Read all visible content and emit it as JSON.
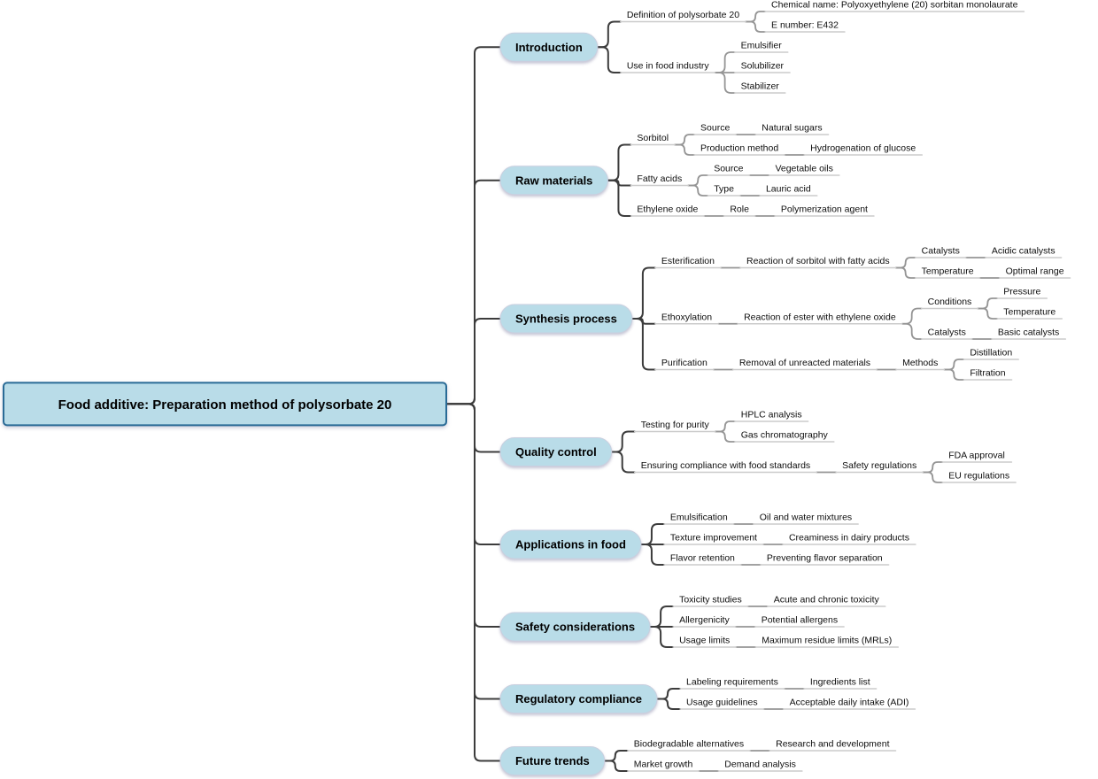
{
  "title": "Food additive: Preparation method of polysorbate 20 mind map",
  "colors": {
    "background": "#ffffff",
    "node_fill": "#b9dce8",
    "root_border": "#2a6b96",
    "pill_border": "#c9cfdf",
    "link_dark": "#3c3c3c",
    "link_light": "#959595",
    "underline": "#cbcbcb",
    "text": "#000000"
  },
  "tree": {
    "label": "Food additive: Preparation method of polysorbate 20",
    "children": [
      {
        "label": "Introduction",
        "children": [
          {
            "label": "Definition of polysorbate 20",
            "children": [
              {
                "label": "Chemical name: Polyoxyethylene (20) sorbitan monolaurate"
              },
              {
                "label": "E number: E432"
              }
            ]
          },
          {
            "label": "Use in food industry",
            "children": [
              {
                "label": "Emulsifier"
              },
              {
                "label": "Solubilizer"
              },
              {
                "label": "Stabilizer"
              }
            ]
          }
        ]
      },
      {
        "label": "Raw materials",
        "children": [
          {
            "label": "Sorbitol",
            "children": [
              {
                "label": "Source",
                "children": [
                  {
                    "label": "Natural sugars"
                  }
                ]
              },
              {
                "label": "Production method",
                "children": [
                  {
                    "label": "Hydrogenation of glucose"
                  }
                ]
              }
            ]
          },
          {
            "label": "Fatty acids",
            "children": [
              {
                "label": "Source",
                "children": [
                  {
                    "label": "Vegetable oils"
                  }
                ]
              },
              {
                "label": "Type",
                "children": [
                  {
                    "label": "Lauric acid"
                  }
                ]
              }
            ]
          },
          {
            "label": "Ethylene oxide",
            "children": [
              {
                "label": "Role",
                "children": [
                  {
                    "label": "Polymerization agent"
                  }
                ]
              }
            ]
          }
        ]
      },
      {
        "label": "Synthesis process",
        "children": [
          {
            "label": "Esterification",
            "children": [
              {
                "label": "Reaction of sorbitol with fatty acids",
                "children": [
                  {
                    "label": "Catalysts",
                    "children": [
                      {
                        "label": "Acidic catalysts"
                      }
                    ]
                  },
                  {
                    "label": "Temperature",
                    "children": [
                      {
                        "label": "Optimal range"
                      }
                    ]
                  }
                ]
              }
            ]
          },
          {
            "label": "Ethoxylation",
            "children": [
              {
                "label": "Reaction of ester with ethylene oxide",
                "children": [
                  {
                    "label": "Conditions",
                    "children": [
                      {
                        "label": "Pressure"
                      },
                      {
                        "label": "Temperature"
                      }
                    ]
                  },
                  {
                    "label": "Catalysts",
                    "children": [
                      {
                        "label": "Basic catalysts"
                      }
                    ]
                  }
                ]
              }
            ]
          },
          {
            "label": "Purification",
            "children": [
              {
                "label": "Removal of unreacted materials",
                "children": [
                  {
                    "label": "Methods",
                    "children": [
                      {
                        "label": "Distillation"
                      },
                      {
                        "label": "Filtration"
                      }
                    ]
                  }
                ]
              }
            ]
          }
        ]
      },
      {
        "label": "Quality control",
        "children": [
          {
            "label": "Testing for purity",
            "children": [
              {
                "label": "HPLC analysis"
              },
              {
                "label": "Gas chromatography"
              }
            ]
          },
          {
            "label": "Ensuring compliance with food standards",
            "children": [
              {
                "label": "Safety regulations",
                "children": [
                  {
                    "label": "FDA approval"
                  },
                  {
                    "label": "EU regulations"
                  }
                ]
              }
            ]
          }
        ]
      },
      {
        "label": "Applications in food",
        "children": [
          {
            "label": "Emulsification",
            "children": [
              {
                "label": "Oil and water mixtures"
              }
            ]
          },
          {
            "label": "Texture improvement",
            "children": [
              {
                "label": "Creaminess in dairy products"
              }
            ]
          },
          {
            "label": "Flavor retention",
            "children": [
              {
                "label": "Preventing flavor separation"
              }
            ]
          }
        ]
      },
      {
        "label": "Safety considerations",
        "children": [
          {
            "label": "Toxicity studies",
            "children": [
              {
                "label": "Acute and chronic toxicity"
              }
            ]
          },
          {
            "label": "Allergenicity",
            "children": [
              {
                "label": "Potential allergens"
              }
            ]
          },
          {
            "label": "Usage limits",
            "children": [
              {
                "label": "Maximum residue limits (MRLs)"
              }
            ]
          }
        ]
      },
      {
        "label": "Regulatory compliance",
        "children": [
          {
            "label": "Labeling requirements",
            "children": [
              {
                "label": "Ingredients list"
              }
            ]
          },
          {
            "label": "Usage guidelines",
            "children": [
              {
                "label": "Acceptable daily intake (ADI)"
              }
            ]
          }
        ]
      },
      {
        "label": "Future trends",
        "children": [
          {
            "label": "Biodegradable alternatives",
            "children": [
              {
                "label": "Research and development"
              }
            ]
          },
          {
            "label": "Market growth",
            "children": [
              {
                "label": "Demand analysis"
              }
            ]
          }
        ]
      }
    ]
  }
}
